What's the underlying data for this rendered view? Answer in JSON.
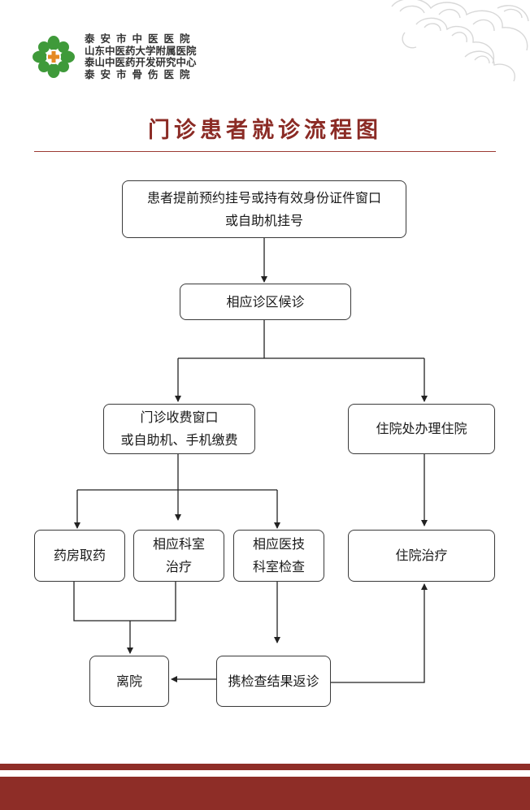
{
  "header": {
    "hospital_names": [
      "泰安市中医医院",
      "山东中医药大学附属医院",
      "泰山中医药开发研究中心",
      "泰安市骨伤医院"
    ]
  },
  "title": "门诊患者就诊流程图",
  "colors": {
    "title": "#8b2b25",
    "accent_bar": "#8e2d27",
    "logo_green": "#3f9a3a",
    "logo_orange": "#e58a23"
  },
  "icons": [
    "hospital-logo-icon",
    "auspicious-cloud-icon"
  ],
  "nodes": {
    "register": [
      "患者提前预约挂号或持有效身份证件窗口",
      "或自助机挂号"
    ],
    "wait": [
      "相应诊区候诊"
    ],
    "pay": [
      "门诊收费窗口",
      "或自助机、手机缴费"
    ],
    "admission": [
      "住院处办理住院"
    ],
    "pharmacy": [
      "药房取药"
    ],
    "dept_treatment": [
      "相应科室",
      "治疗"
    ],
    "exam": [
      "相应医技",
      "科室检查"
    ],
    "inpatient": [
      "住院治疗"
    ],
    "discharge": [
      "离院"
    ],
    "return_visit": [
      "携检查结果返诊"
    ]
  }
}
